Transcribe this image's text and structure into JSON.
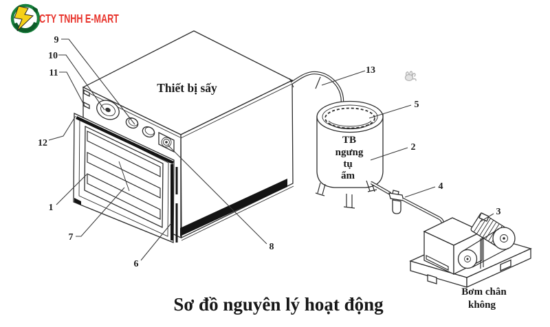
{
  "logo": {
    "company_name": "CTY TNHH E-MART"
  },
  "diagram": {
    "caption": "Sơ đồ nguyên lý hoạt động",
    "equipment": {
      "dryer": {
        "label": "Thiết bị sấy"
      },
      "condenser": {
        "label": "TB ngưng tụ ẩm",
        "label_lines": [
          "TB",
          "ngưng",
          "tụ",
          "ẩm"
        ]
      },
      "pump": {
        "label": "Bơm chân không",
        "label_lines": [
          "Bơm chân",
          "không"
        ]
      }
    },
    "callouts": [
      {
        "label": "1"
      },
      {
        "label": "2"
      },
      {
        "label": "3"
      },
      {
        "label": "4"
      },
      {
        "label": "5"
      },
      {
        "label": "6"
      },
      {
        "label": "7"
      },
      {
        "label": "8"
      },
      {
        "label": "9"
      },
      {
        "label": "10"
      },
      {
        "label": "11"
      },
      {
        "label": "12"
      },
      {
        "label": "13"
      }
    ]
  },
  "colors": {
    "line": "#2b2b2b",
    "brand_red": "#e8332b",
    "logo_green": "#17803c",
    "logo_dark_green": "#0c5c28",
    "logo_yellow": "#f5d019",
    "hand_gray": "#b5b5b5"
  }
}
